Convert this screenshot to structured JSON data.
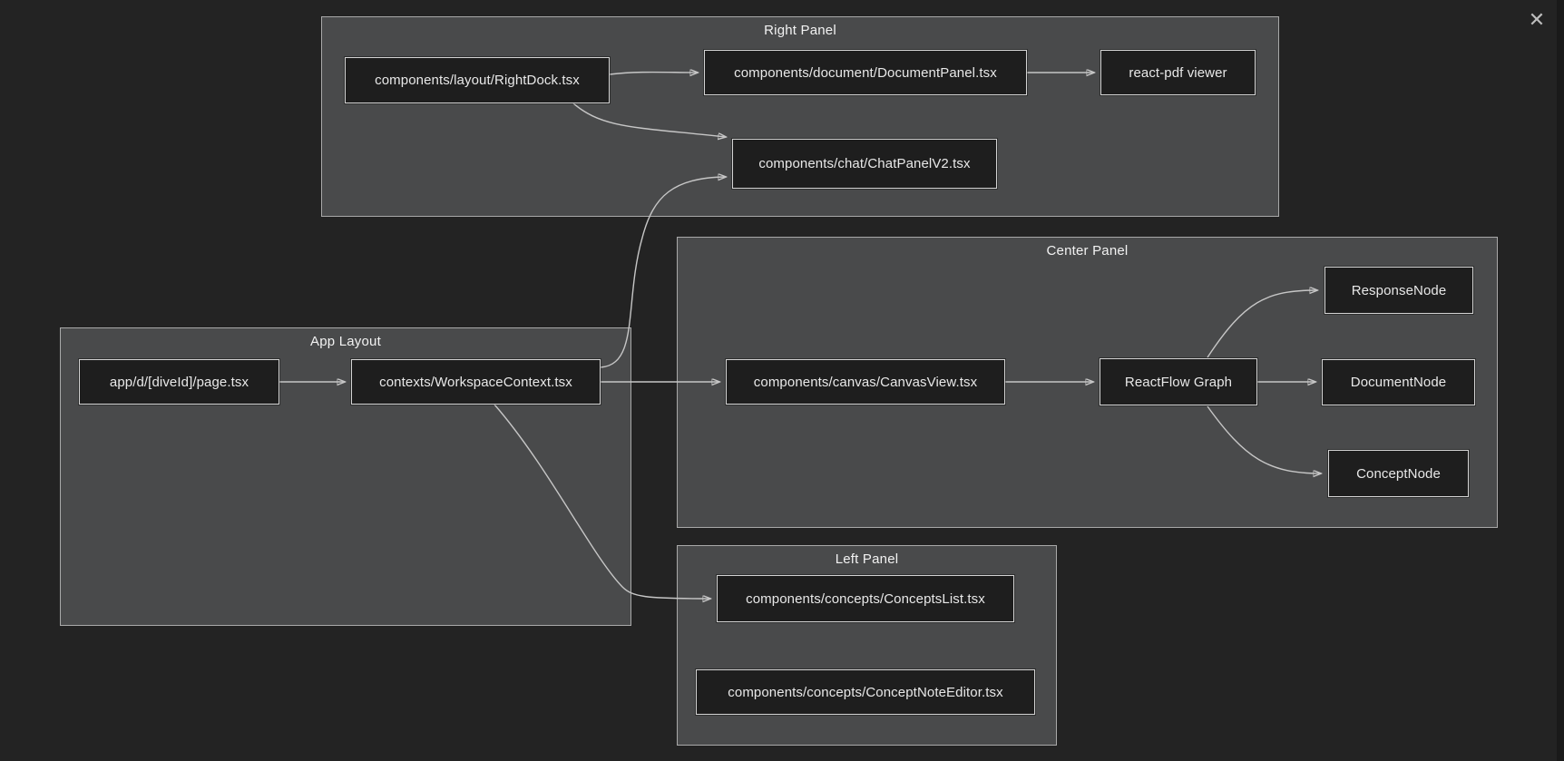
{
  "window": {
    "close_icon": "✕"
  },
  "diagram": {
    "groups": {
      "right_panel": {
        "title": "Right Panel"
      },
      "center_panel": {
        "title": "Center Panel"
      },
      "app_layout": {
        "title": "App Layout"
      },
      "left_panel": {
        "title": "Left Panel"
      }
    },
    "nodes": {
      "right_dock": {
        "label": "components/layout/RightDock.tsx"
      },
      "document_panel": {
        "label": "components/document/DocumentPanel.tsx"
      },
      "react_pdf": {
        "label": "react-pdf viewer"
      },
      "chat_panel": {
        "label": "components/chat/ChatPanelV2.tsx"
      },
      "canvas_view": {
        "label": "components/canvas/CanvasView.tsx"
      },
      "reactflow": {
        "label": "ReactFlow Graph"
      },
      "response_node": {
        "label": "ResponseNode"
      },
      "document_node": {
        "label": "DocumentNode"
      },
      "concept_node": {
        "label": "ConceptNode"
      },
      "page": {
        "label": "app/d/[diveId]/page.tsx"
      },
      "workspace_context": {
        "label": "contexts/WorkspaceContext.tsx"
      },
      "concepts_list": {
        "label": "components/concepts/ConceptsList.tsx"
      },
      "concept_note_editor": {
        "label": "components/concepts/ConceptNoteEditor.tsx"
      }
    },
    "edges": [
      {
        "from": "page",
        "to": "workspace_context"
      },
      {
        "from": "workspace_context",
        "to": "canvas_view"
      },
      {
        "from": "workspace_context",
        "to": "chat_panel"
      },
      {
        "from": "workspace_context",
        "to": "concepts_list"
      },
      {
        "from": "right_dock",
        "to": "document_panel"
      },
      {
        "from": "document_panel",
        "to": "react_pdf"
      },
      {
        "from": "right_dock",
        "to": "chat_panel"
      },
      {
        "from": "canvas_view",
        "to": "reactflow"
      },
      {
        "from": "reactflow",
        "to": "response_node"
      },
      {
        "from": "reactflow",
        "to": "document_node"
      },
      {
        "from": "reactflow",
        "to": "concept_node"
      }
    ],
    "colors": {
      "background": "#232323",
      "panel_fill": "#494a4b",
      "panel_border": "#a9a9a9",
      "node_fill": "#1e1e1e",
      "node_border": "#d4d4d4",
      "edge": "#c6c6c6",
      "node_text": "#e8e8e8",
      "title_text": "#f2f2f2"
    }
  }
}
